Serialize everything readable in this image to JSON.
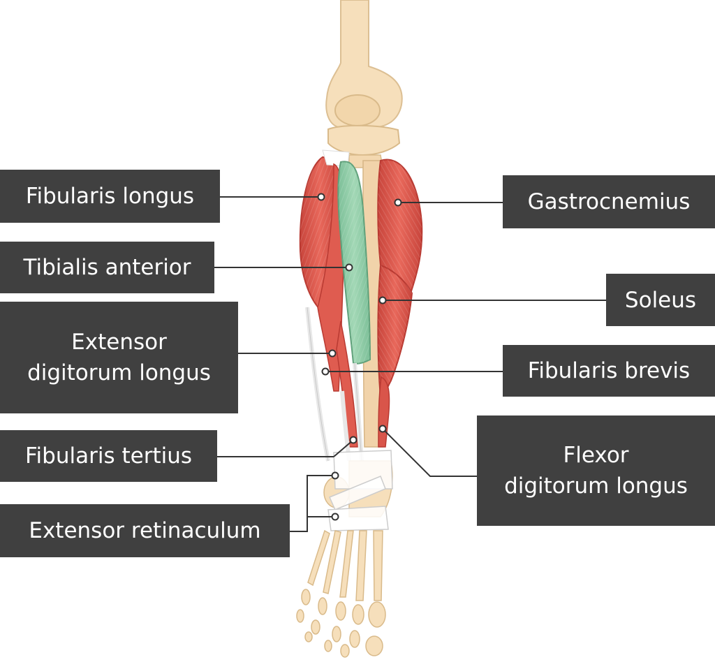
{
  "labels": {
    "fibularis_longus": "Fibularis longus",
    "tibialis_anterior": "Tibialis anterior",
    "extensor_digitorum_longus": [
      "Extensor",
      "digitorum longus"
    ],
    "fibularis_tertius": "Fibularis tertius",
    "extensor_retinaculum": "Extensor retinaculum",
    "gastrocnemius": "Gastrocnemius",
    "soleus": "Soleus",
    "fibularis_brevis": "Fibularis brevis",
    "flexor_digitorum_longus": [
      "Flexor",
      "digitorum longus"
    ]
  },
  "colors": {
    "label_bg": "#404040",
    "label_text": "#ffffff",
    "leader_line": "#333333",
    "muscle": "#e05a4e",
    "muscle_highlight": "#8fcca6",
    "bone": "#f5dcb5",
    "tendon": "#ffffff"
  }
}
